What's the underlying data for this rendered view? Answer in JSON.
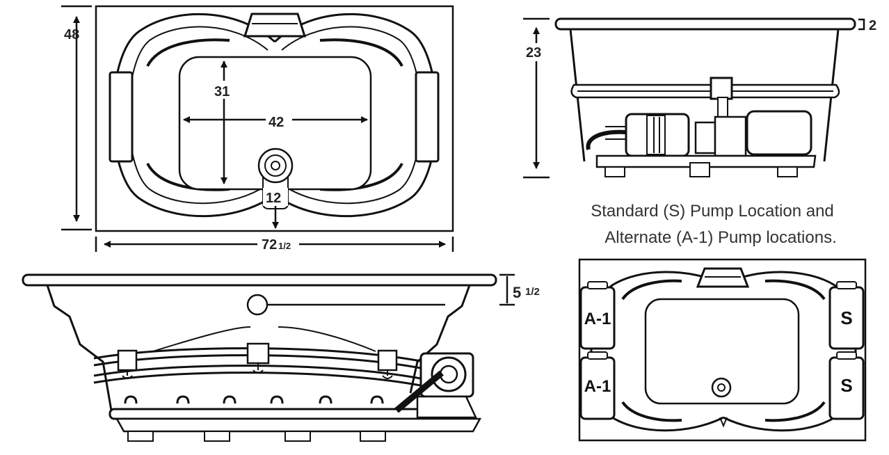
{
  "top_view": {
    "dim_width": "48",
    "dim_inner_length": "42",
    "dim_inner_width": "31",
    "dim_drain": "12",
    "dim_length_whole": "72",
    "dim_length_frac": "1/2"
  },
  "side_end_view": {
    "dim_height": "23",
    "dim_rim": "2"
  },
  "side_long_view": {
    "dim_rim_whole": "5",
    "dim_rim_frac": "1/2"
  },
  "caption": {
    "line1": "Standard (S) Pump Location and",
    "line2": "Alternate (A-1) Pump locations."
  },
  "pump_map": {
    "alt_label_upper": "A-1",
    "alt_label_lower": "A-1",
    "std_label_upper": "S",
    "std_label_lower": "S"
  }
}
